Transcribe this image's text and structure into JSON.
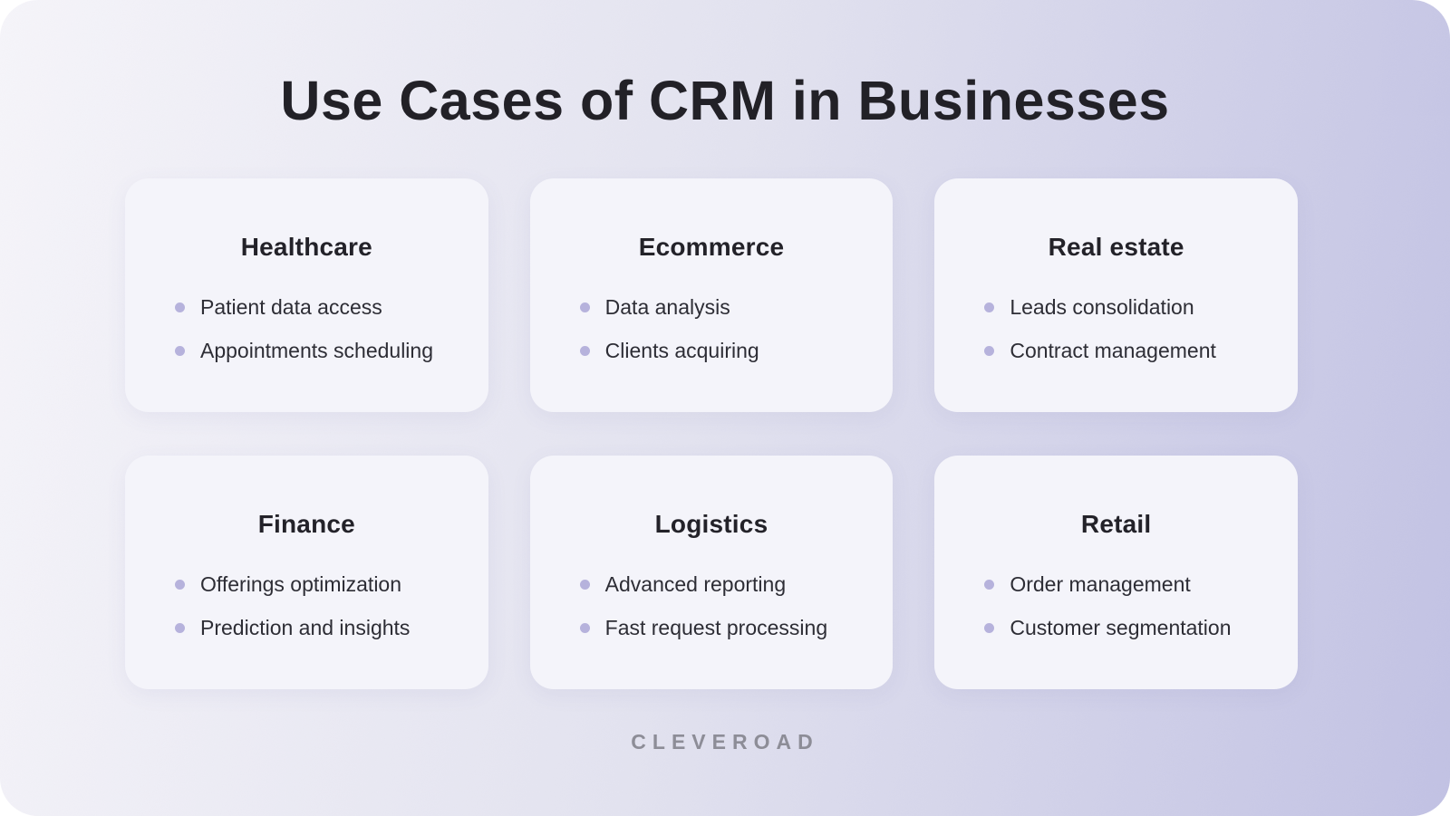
{
  "page": {
    "title": "Use Cases of CRM in Businesses",
    "brand": "CLEVEROAD"
  },
  "colors": {
    "background_gradient_start": "#f6f5fa",
    "background_gradient_end": "#c2c2e4",
    "card_background": "#f4f4fa",
    "title_text": "#222127",
    "body_text": "#2d2d35",
    "bullet_dot": "#b6b2dc",
    "brand_text": "#8d8d97"
  },
  "cards": [
    {
      "title": "Healthcare",
      "items": [
        "Patient data access",
        "Appointments scheduling"
      ]
    },
    {
      "title": "Ecommerce",
      "items": [
        "Data analysis",
        "Clients acquiring"
      ]
    },
    {
      "title": "Real estate",
      "items": [
        "Leads consolidation",
        "Contract management"
      ]
    },
    {
      "title": "Finance",
      "items": [
        "Offerings optimization",
        "Prediction and insights"
      ]
    },
    {
      "title": "Logistics",
      "items": [
        "Advanced reporting",
        "Fast request processing"
      ]
    },
    {
      "title": "Retail",
      "items": [
        "Order management",
        "Customer segmentation"
      ]
    }
  ]
}
